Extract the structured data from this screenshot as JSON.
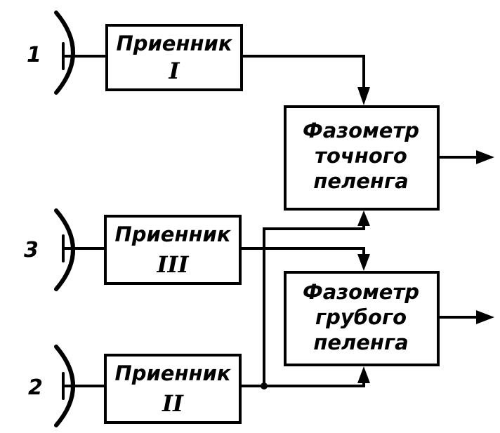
{
  "antennas": [
    {
      "number": "1"
    },
    {
      "number": "3"
    },
    {
      "number": "2"
    }
  ],
  "receivers": [
    {
      "label": "Приенник",
      "numeral": "I"
    },
    {
      "label": "Приенник",
      "numeral": "III"
    },
    {
      "label": "Приенник",
      "numeral": "II"
    }
  ],
  "phase_meters": {
    "fine": {
      "line1": "Фазометр",
      "line2": "точного",
      "line3": "пеленга"
    },
    "coarse": {
      "line1": "Фазометр",
      "line2": "грубого",
      "line3": "пеленга"
    }
  }
}
